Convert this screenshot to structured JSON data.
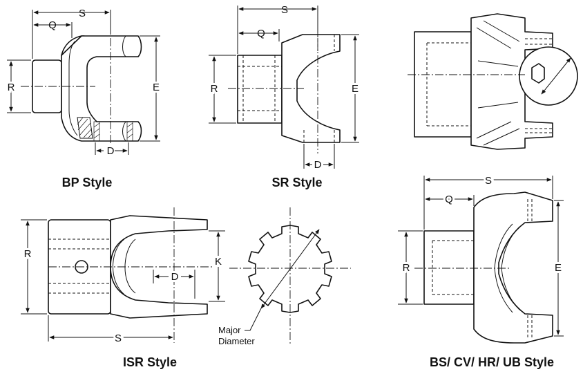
{
  "captions": {
    "bp": "BP Style",
    "sr": "SR Style",
    "isr": "ISR Style",
    "bs": "BS/ CV/ HR/ UB Style"
  },
  "dims": {
    "s": "S",
    "q": "Q",
    "r": "R",
    "e": "E",
    "d": "D",
    "k": "K"
  },
  "annotations": {
    "major_line1": "Major",
    "major_line2": "Diameter"
  }
}
